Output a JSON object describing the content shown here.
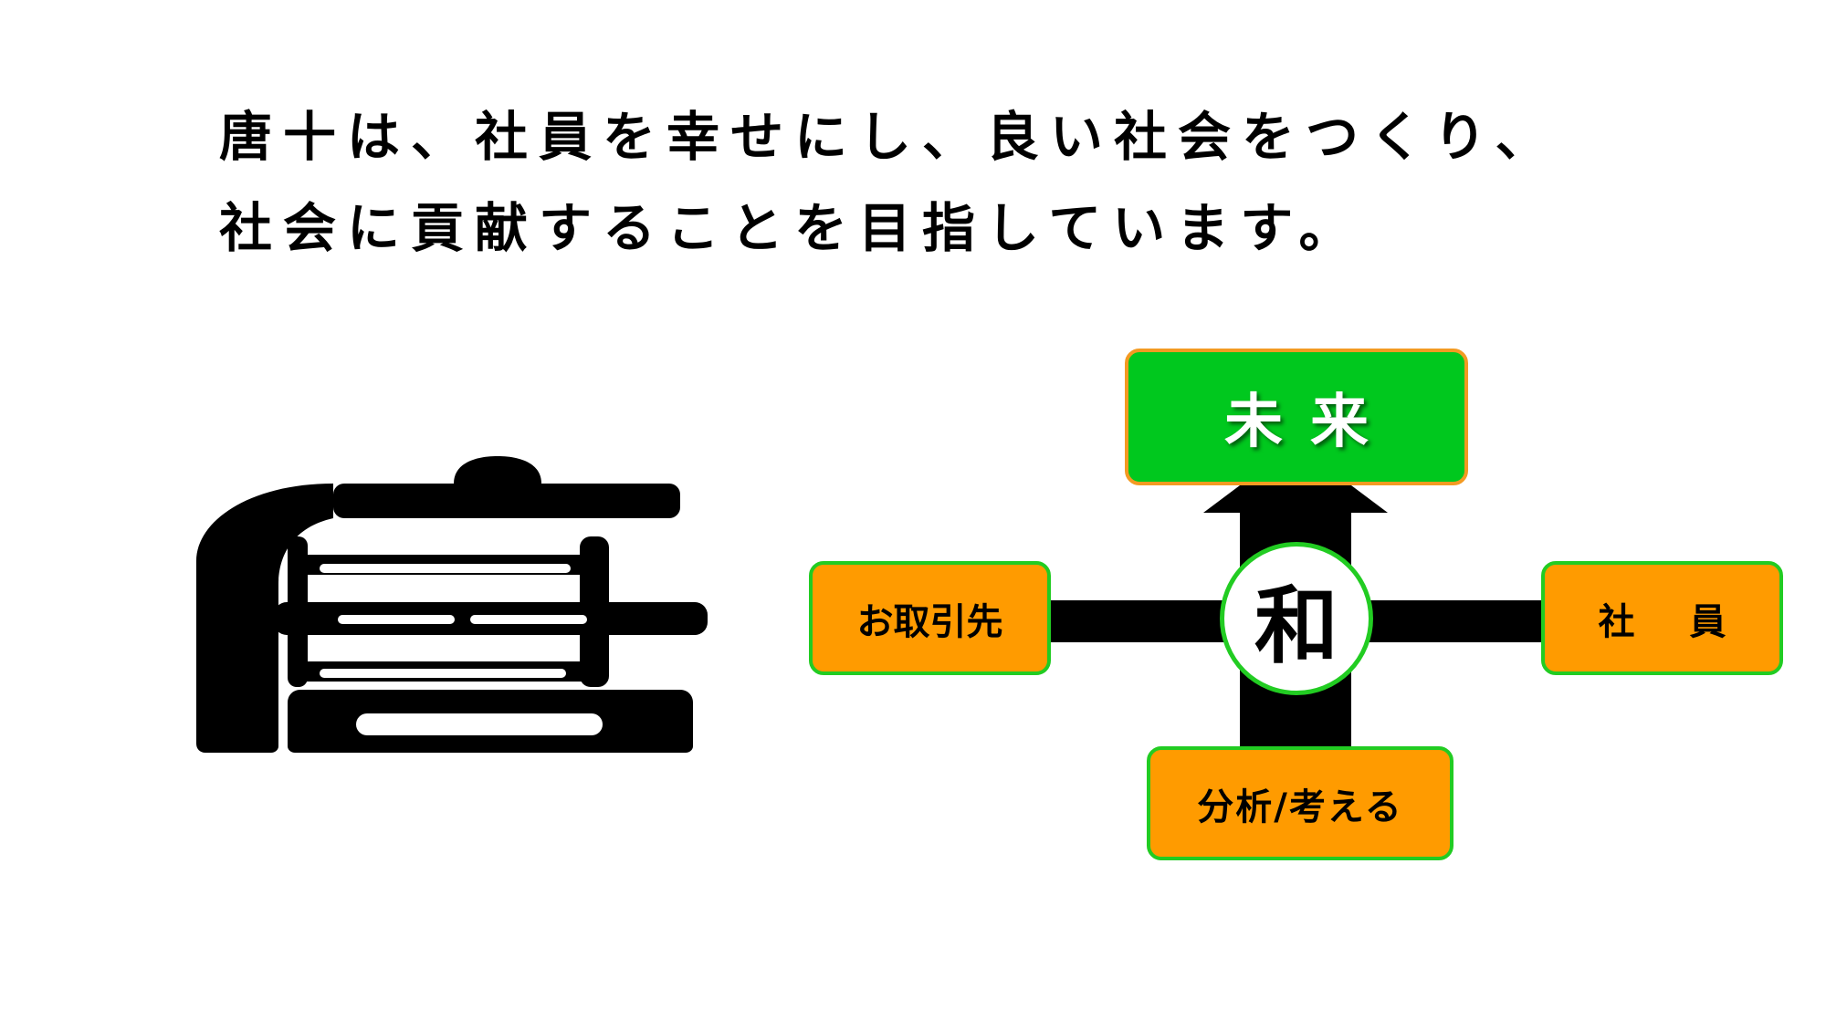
{
  "headline": {
    "line1": "唐十は、社員を幸せにし、良い社会をつくり、",
    "line2": "社会に貢献することを目指しています。"
  },
  "logo": {
    "glyph": "唐"
  },
  "diagram": {
    "top_label": "未来",
    "center_label": "和",
    "left_label": "お取引先",
    "right_label": "社員",
    "bottom_label": "分析/考える"
  },
  "colors": {
    "future_box": "#00c81e",
    "future_border": "#f39a22",
    "node_fill": "#ff9b00",
    "node_border": "#22cc22",
    "connector": "#000000"
  }
}
